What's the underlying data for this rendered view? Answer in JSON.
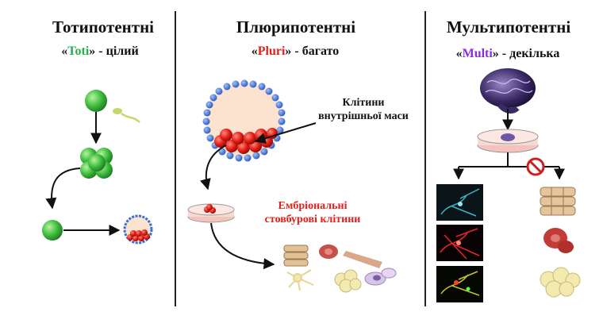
{
  "columns": [
    {
      "title": "Тотипотентні",
      "open_quote": "«",
      "keyword": "Toti",
      "rest": "» - цілий",
      "accent": "#22b14c"
    },
    {
      "title": "Плюрипотентні",
      "open_quote": "«",
      "keyword": "Pluri",
      "rest": "» - багато",
      "accent": "#e0201c"
    },
    {
      "title": "Мультипотентні",
      "open_quote": "«",
      "keyword": "Multi",
      "rest": "» - декілька",
      "accent": "#8a2be2"
    }
  ],
  "labels": {
    "inner_mass": [
      "Клітини",
      "внутрішньої маси"
    ],
    "esc": [
      "Ембріональні",
      "стовбурові клітини"
    ],
    "esc_color": "#e0201c"
  },
  "icons": [
    "zygote-cell",
    "sperm-icon",
    "morula",
    "blastocyst",
    "petri-dish",
    "brain-icon",
    "prohibited-icon",
    "neuron-images",
    "bone-cells",
    "red-blood-cell",
    "fat-cells"
  ]
}
